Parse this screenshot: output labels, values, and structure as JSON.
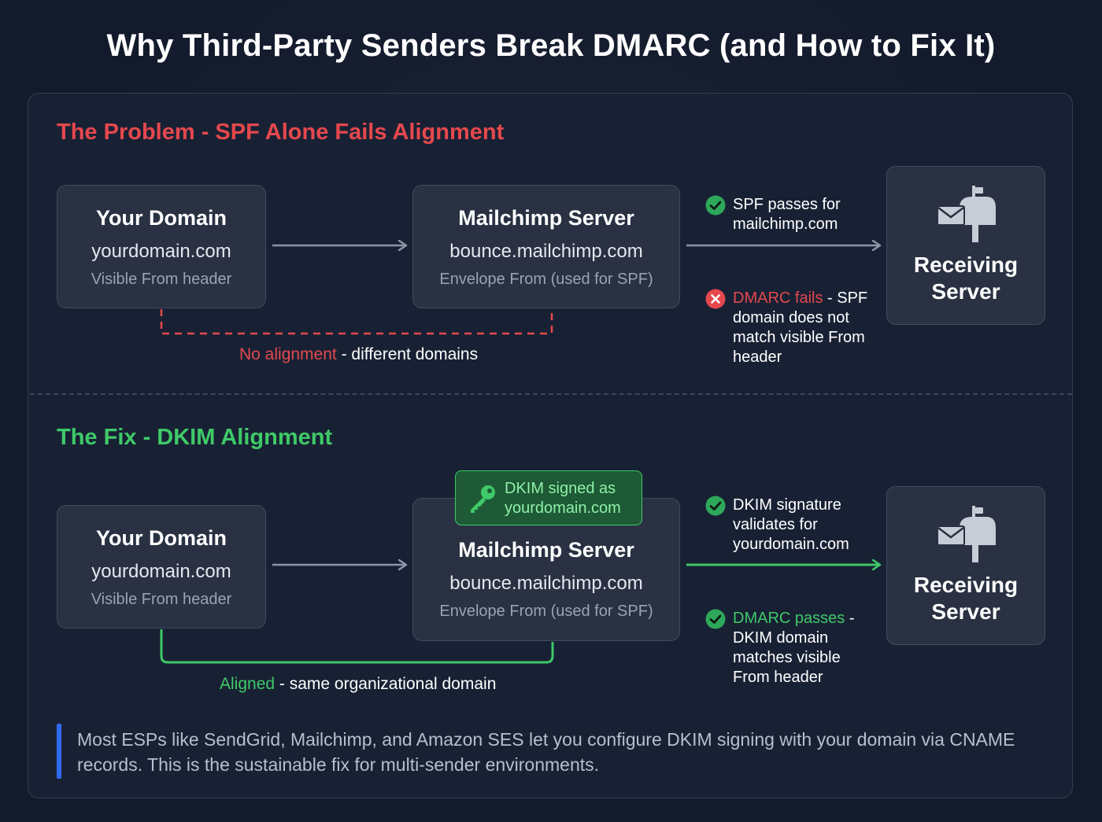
{
  "title": "Why Third-Party Senders Break DMARC (and How to Fix It)",
  "problem": {
    "heading": "The Problem - SPF Alone Fails Alignment",
    "your_domain": {
      "name": "Your Domain",
      "domain": "yourdomain.com",
      "sub": "Visible From header"
    },
    "mailchimp": {
      "name": "Mailchimp Server",
      "domain": "bounce.mailchimp.com",
      "sub": "Envelope From (used for SPF)"
    },
    "receiving": {
      "line1": "Receiving",
      "line2": "Server"
    },
    "spf_note": {
      "line1": "SPF passes for",
      "line2": "mailchimp.com"
    },
    "dmarc_note": {
      "highlight": "DMARC fails",
      "line1_rest": " - SPF",
      "line2": "domain does not",
      "line3": "match visible From",
      "line4": "header"
    },
    "alignment": {
      "highlight": "No alignment",
      "rest": " - different domains"
    }
  },
  "fix": {
    "heading": "The Fix - DKIM Alignment",
    "your_domain": {
      "name": "Your Domain",
      "domain": "yourdomain.com",
      "sub": "Visible From header"
    },
    "mailchimp": {
      "name": "Mailchimp Server",
      "domain": "bounce.mailchimp.com",
      "sub": "Envelope From (used for SPF)"
    },
    "dkim_badge": {
      "line1": "DKIM signed as",
      "line2": "yourdomain.com"
    },
    "receiving": {
      "line1": "Receiving",
      "line2": "Server"
    },
    "dkim_note": {
      "line1": "DKIM signature",
      "line2": "validates for",
      "line3": "yourdomain.com"
    },
    "dmarc_note": {
      "highlight": "DMARC passes",
      "line1_rest": " -",
      "line2": "DKIM domain",
      "line3": "matches visible",
      "line4": "From header"
    },
    "alignment": {
      "highlight": "Aligned",
      "rest": " - same organizational domain"
    }
  },
  "footnote": {
    "text": "Most ESPs like SendGrid, Mailchimp, and Amazon SES let you configure DKIM signing with your domain via CNAME records. This is the sustainable fix for multi-sender environments."
  },
  "colors": {
    "fail": "#e5484d",
    "pass": "#3fc968",
    "accent": "#2f6bf0"
  },
  "icons": {
    "check": "check-circle-icon",
    "fail": "x-circle-icon",
    "mailbox": "mailbox-icon",
    "key": "key-icon"
  }
}
